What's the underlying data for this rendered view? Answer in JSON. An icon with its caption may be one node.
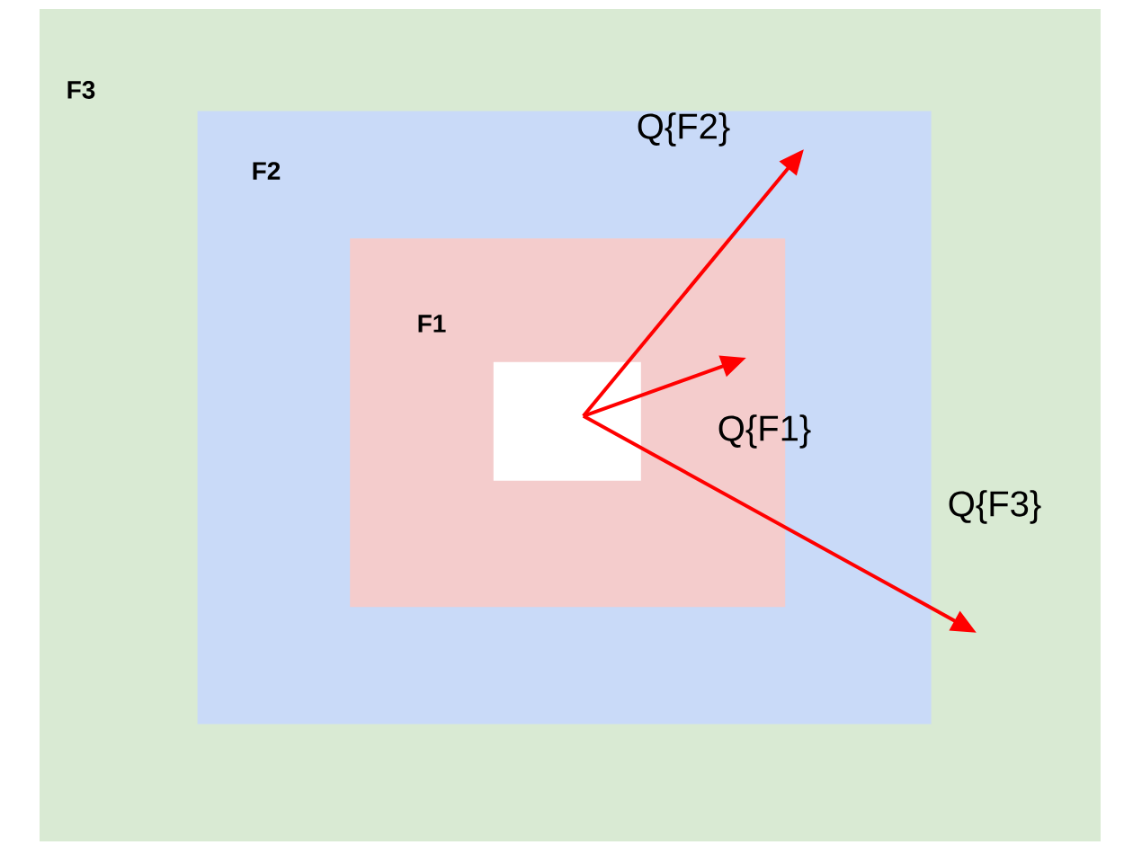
{
  "diagram": {
    "nodes": [
      {
        "text": [
          "F3"
        ]
      },
      {
        "text": [
          "F2"
        ],
        "in": 0
      },
      {
        "text": [
          "F1"
        ],
        "in": 1
      },
      {
        "text": [],
        "shape": "box",
        "in": 2
      }
    ],
    "edges": [
      {
        "from": 3,
        "to": null,
        "arrow": "to",
        "label": "Q{F2}"
      },
      {
        "from": 3,
        "to": null,
        "arrow": "to",
        "label": "Q{F1}"
      },
      {
        "from": 3,
        "to": null,
        "arrow": "to",
        "label": "Q{F3}"
      }
    ]
  }
}
